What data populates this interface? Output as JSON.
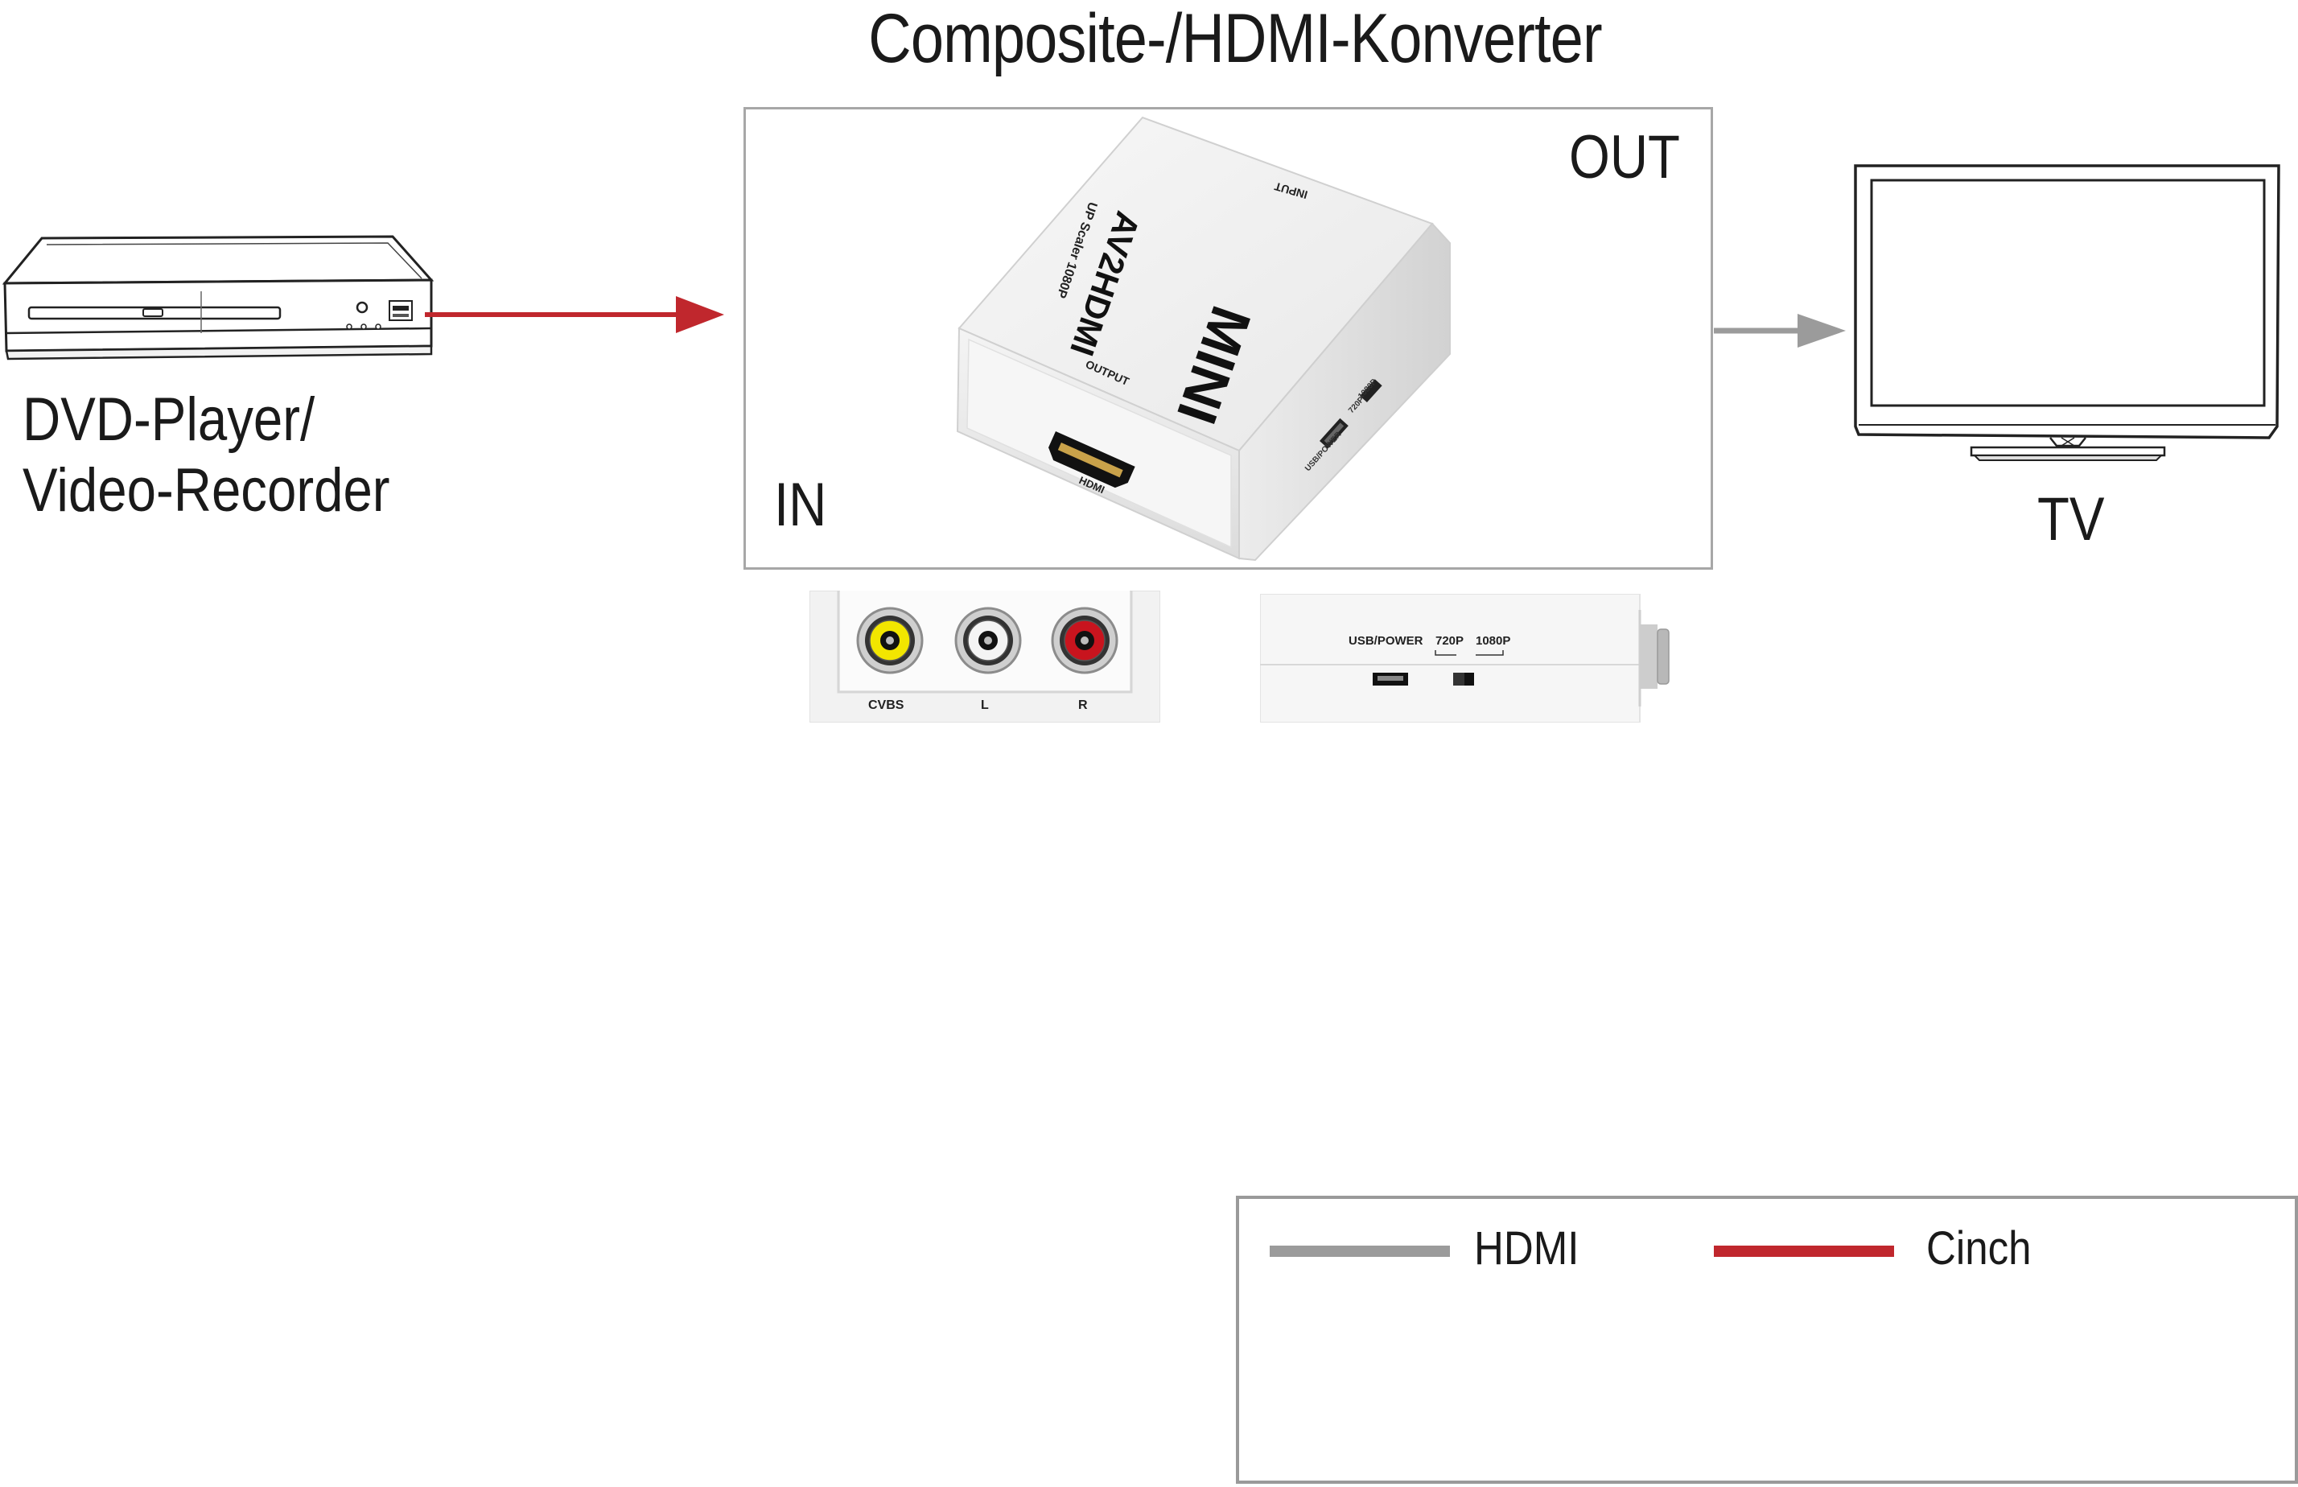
{
  "title": "Composite-/HDMI-Konverter",
  "source_label": "DVD-Player/\nVideo-Recorder",
  "source_label_line1": "DVD-Player/",
  "source_label_line2": "Video-Recorder",
  "converter": {
    "in_label": "IN",
    "out_label": "OUT",
    "device_brand": "MINI",
    "device_model": "AV2HDMI",
    "device_subtitle": "UP Scaler 1080P",
    "input_label": "INPUT",
    "output_label": "OUTPUT",
    "hdmi_label": "HDMI",
    "usb_power_label": "USB/POWER",
    "switch_label_720": "720P",
    "switch_label_1080": "1080P"
  },
  "rca_panel": {
    "labels": [
      "CVBS",
      "L",
      "R"
    ],
    "jack_colors": [
      "#f2e600",
      "#f4f4f4",
      "#c8141e"
    ]
  },
  "side_panel": {
    "usb_power_label": "USB/POWER",
    "switch_720": "720P",
    "switch_1080": "1080P"
  },
  "target_label": "TV",
  "legend": [
    {
      "label": "HDMI",
      "color": "#9b9b9b"
    },
    {
      "label": "Cinch",
      "color": "#c0272d"
    }
  ],
  "colors": {
    "cinch": "#c0272d",
    "hdmi": "#9b9b9b"
  }
}
